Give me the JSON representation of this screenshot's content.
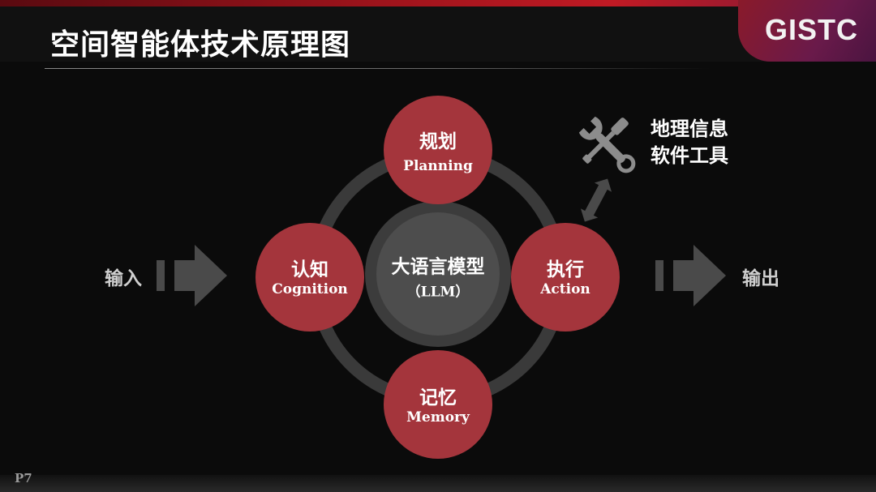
{
  "slide": {
    "title": "空间智能体技术原理图",
    "logo": "GISTC",
    "page_number": "P7"
  },
  "diagram": {
    "center": {
      "cn": "大语言模型",
      "en": "（LLM）"
    },
    "nodes": {
      "planning": {
        "cn": "规划",
        "en": "Planning"
      },
      "cognition": {
        "cn": "认知",
        "en": "Cognition"
      },
      "action": {
        "cn": "执行",
        "en": "Action"
      },
      "memory": {
        "cn": "记忆",
        "en": "Memory"
      }
    },
    "input_label": "输入",
    "output_label": "输出",
    "tools_label_line1": "地理信息",
    "tools_label_line2": "软件工具",
    "tools_icon": "wrench-screwdriver-icon"
  },
  "colors": {
    "node_fill": "#a4353c",
    "center_fill": "#4d4d4d",
    "ring": "#3a3a3a",
    "arrow": "#4a4a4a",
    "background": "#0b0b0b"
  }
}
